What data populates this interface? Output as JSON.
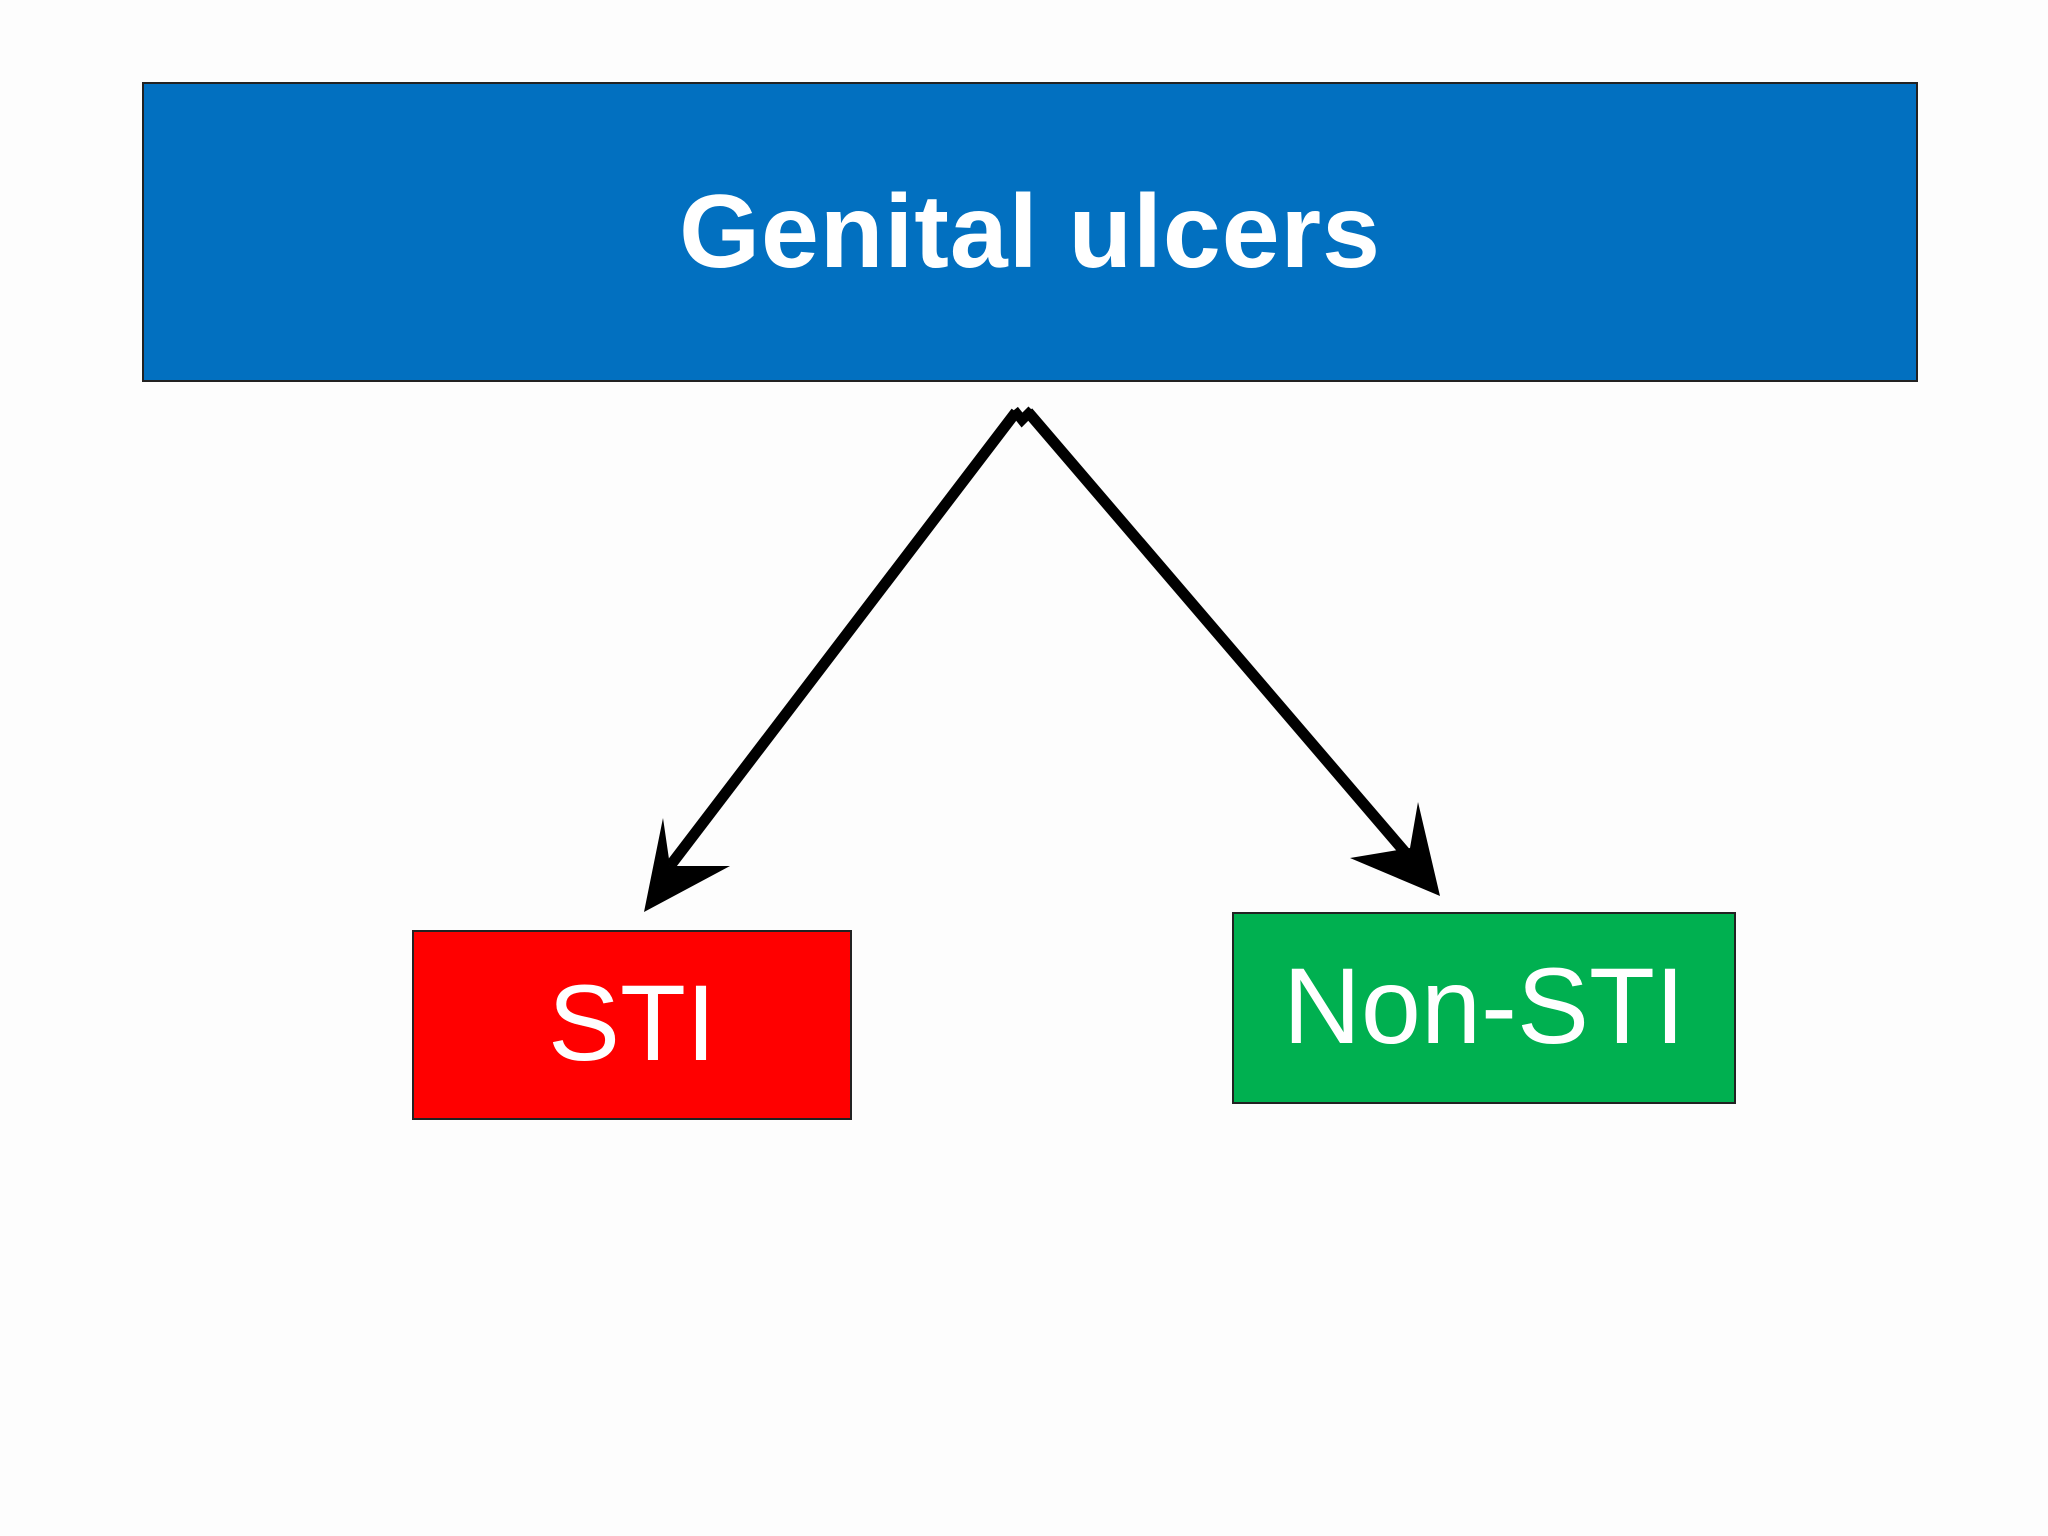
{
  "root": {
    "label": "Genital ulcers",
    "color": "#0270c0"
  },
  "children": [
    {
      "label": "STI",
      "color": "#ff0000"
    },
    {
      "label": "Non-STI",
      "color": "#00b050"
    }
  ],
  "edges": [
    {
      "from": "Genital ulcers",
      "to": "STI",
      "style": "arrow"
    },
    {
      "from": "Genital ulcers",
      "to": "Non-STI",
      "style": "arrow"
    }
  ]
}
